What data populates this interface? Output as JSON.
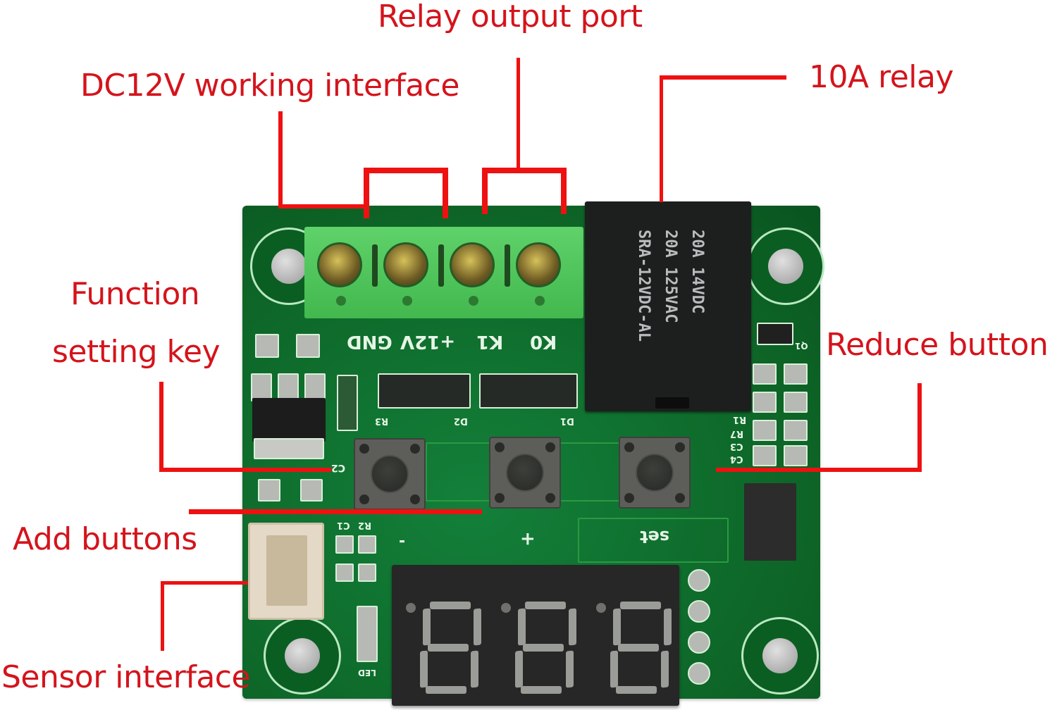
{
  "callouts": {
    "relay_output_port": "Relay output port",
    "dc12v_working_interface": "DC12V working interface",
    "relay_10a": "10A relay",
    "function_line1": "Function",
    "function_line2": "setting key",
    "reduce_button": "Reduce button",
    "add_buttons": "Add buttons",
    "sensor_interface": "Sensor interface"
  },
  "board": {
    "terminal_labels": [
      "GND",
      "+12V",
      "K1",
      "K0"
    ],
    "relay_markings": [
      "20A 14VDC",
      "20A 125VAC",
      "SRA-12VDC-AL"
    ],
    "silkscreen": {
      "r3": "R3",
      "d2": "D2",
      "d1": "D1",
      "c2": "C2",
      "r2": "R2",
      "c1": "C1",
      "led": "LED",
      "q1": "Q1",
      "r1": "R1",
      "r7": "R7",
      "c3": "C3",
      "c4": "C4",
      "minus": "-",
      "plus": "+",
      "set": "set"
    },
    "display_digits": "888"
  },
  "colors": {
    "callout_text": "#d4141c",
    "leader_line": "#ee1111",
    "pcb_green": "#0f6b2a",
    "terminal_green": "#4cc058"
  }
}
